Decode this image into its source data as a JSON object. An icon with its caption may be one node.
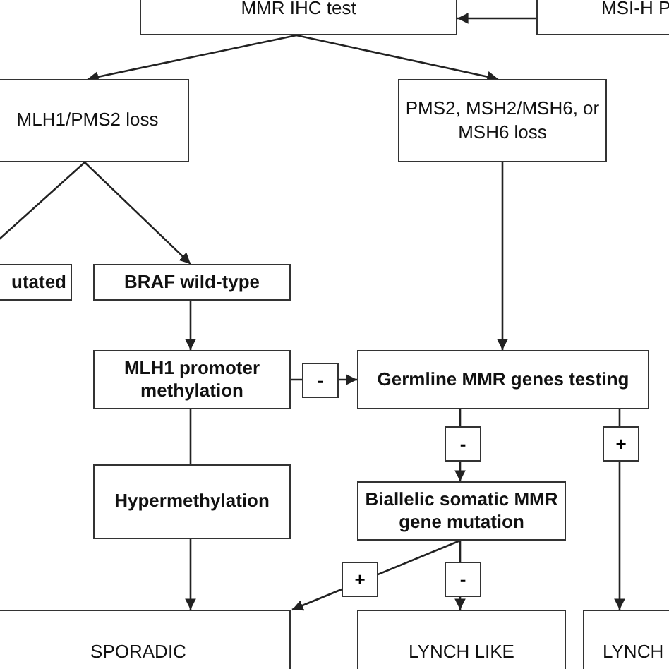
{
  "diagram": {
    "nodes": [
      {
        "text": [
          "MMR IHC test"
        ]
      },
      {
        "text": [
          "MSI-H P"
        ]
      },
      {
        "text": [
          "MLH1/PMS2 loss"
        ]
      },
      {
        "text": [
          "PMS2, MSH2/MSH6, or MSH6 loss"
        ]
      },
      {
        "text": [
          "utated"
        ]
      },
      {
        "text": [
          "BRAF wild-type"
        ]
      },
      {
        "text": [
          "MLH1 promoter methylation"
        ]
      },
      {
        "text": [
          "Germline MMR genes testing"
        ]
      },
      {
        "text": [
          "Hypermethylation"
        ]
      },
      {
        "text": [
          "Biallelic somatic MMR gene mutation"
        ]
      },
      {
        "text": [
          "SPORADIC"
        ]
      },
      {
        "text": [
          "LYNCH LIKE"
        ]
      },
      {
        "text": [
          "LYNCH"
        ]
      }
    ],
    "edges": [
      {
        "from": 1,
        "to": 0,
        "arrow": "to"
      },
      {
        "from": 0,
        "to": 2,
        "arrow": "to"
      },
      {
        "from": 0,
        "to": 3,
        "arrow": "to"
      },
      {
        "from": 2,
        "to": 4,
        "arrow": "none"
      },
      {
        "from": 2,
        "to": 5,
        "arrow": "to"
      },
      {
        "from": 5,
        "to": 6,
        "arrow": "to"
      },
      {
        "from": 6,
        "to": 7,
        "arrow": "to",
        "label": "-"
      },
      {
        "from": 3,
        "to": 7,
        "arrow": "to"
      },
      {
        "from": 6,
        "to": 8,
        "arrow": "none"
      },
      {
        "from": 7,
        "to": 9,
        "arrow": "to",
        "label": "-"
      },
      {
        "from": 7,
        "to": 12,
        "arrow": "to",
        "label": "+"
      },
      {
        "from": 8,
        "to": 10,
        "arrow": "to"
      },
      {
        "from": 9,
        "to": 10,
        "arrow": "to",
        "label": "+"
      },
      {
        "from": 9,
        "to": 11,
        "arrow": "to",
        "label": "-"
      }
    ]
  }
}
